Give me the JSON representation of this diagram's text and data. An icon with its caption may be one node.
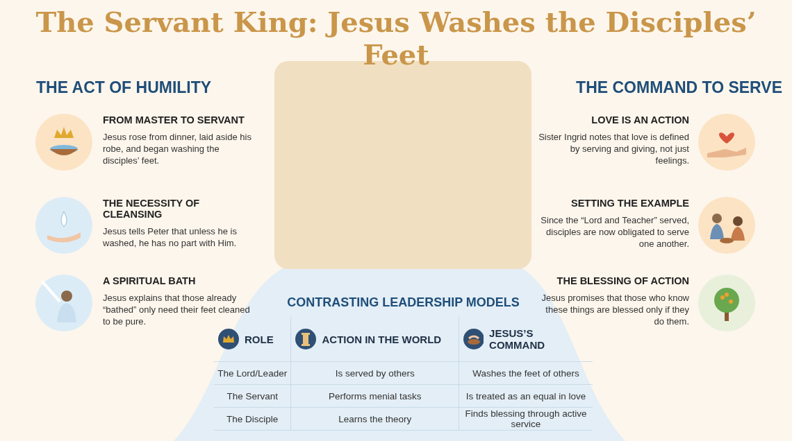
{
  "diagram": {
    "title": "The Servant King: Jesus Washes the Disciples’ Feet",
    "nodes": [
      {
        "text": [
          "THE ACT OF HUMILITY"
        ]
      },
      {
        "text": [
          "FROM MASTER TO SERVANT",
          "Jesus rose from dinner, laid aside his robe, and began washing the disciples’ feet."
        ],
        "in": 0
      },
      {
        "text": [
          "THE NECESSITY OF CLEANSING",
          "Jesus tells Peter that unless he is washed, he has no part with Him."
        ],
        "in": 0
      },
      {
        "text": [
          "A SPIRITUAL BATH",
          "Jesus explains that those already “bathed” only need their feet cleaned to be pure."
        ],
        "in": 0
      },
      {
        "text": [
          "THE COMMAND TO SERVE"
        ]
      },
      {
        "text": [
          "LOVE IS AN ACTION",
          "Sister Ingrid notes that love is defined by serving and giving, not just feelings."
        ],
        "in": 4
      },
      {
        "text": [
          "SETTING THE EXAMPLE",
          "Since the “Lord and Teacher” served, disciples are now obligated to serve one another."
        ],
        "in": 4
      },
      {
        "text": [
          "THE BLESSING OF ACTION",
          "Jesus promises that those who know these things are blessed only if they do them."
        ],
        "in": 4
      }
    ],
    "labels": [
      "CONTRASTING LEADERSHIP MODELS",
      "ROLE",
      "ACTION IN THE WORLD",
      "JESUS’S COMMAND",
      "The Lord/Leader",
      "Is served by others",
      "Washes the feet of others",
      "The Servant",
      "Performs menial tasks",
      "Is treated as an equal in love",
      "The Disciple",
      "Learns the theory",
      "Finds blessing through active service"
    ]
  }
}
